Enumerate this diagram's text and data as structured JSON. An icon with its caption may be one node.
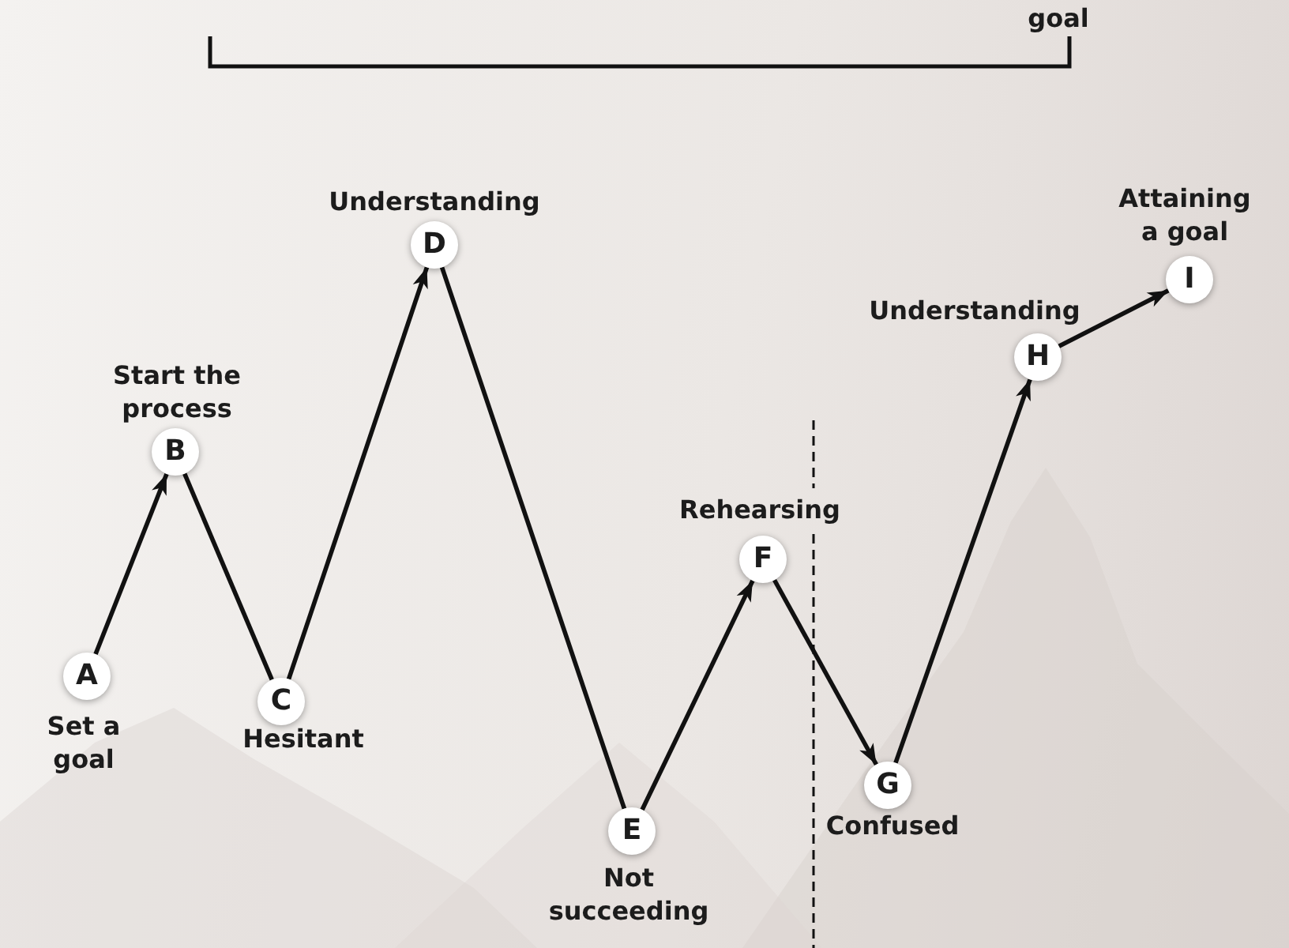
{
  "diagram": {
    "nodes": [
      {
        "text": [
          "A"
        ],
        "beside": [
          "Set a goal"
        ]
      },
      {
        "text": [
          "B"
        ],
        "beside": [
          "Start the process"
        ]
      },
      {
        "text": [
          "C"
        ],
        "beside": [
          "Hesitant"
        ]
      },
      {
        "text": [
          "D"
        ],
        "beside": [
          "Understanding"
        ]
      },
      {
        "text": [
          "E"
        ],
        "beside": [
          "Not succeeding"
        ]
      },
      {
        "text": [
          "F"
        ],
        "beside": [
          "Rehearsing"
        ]
      },
      {
        "text": [
          "G"
        ],
        "beside": [
          "Confused"
        ]
      },
      {
        "text": [
          "H"
        ],
        "beside": [
          "Understanding"
        ]
      },
      {
        "text": [
          "I"
        ],
        "beside": [
          "Attaining a goal"
        ]
      }
    ],
    "edges": [
      {
        "from": 0,
        "to": 1,
        "arrow": "to"
      },
      {
        "from": 1,
        "to": 2,
        "arrow": "none"
      },
      {
        "from": 2,
        "to": 3,
        "arrow": "to"
      },
      {
        "from": 3,
        "to": 4,
        "arrow": "none"
      },
      {
        "from": 4,
        "to": 5,
        "arrow": "to"
      },
      {
        "from": 5,
        "to": 6,
        "arrow": "to"
      },
      {
        "from": 6,
        "to": 7,
        "arrow": "to"
      },
      {
        "from": 7,
        "to": 8,
        "arrow": "to"
      }
    ],
    "labels": [
      "goal"
    ]
  }
}
